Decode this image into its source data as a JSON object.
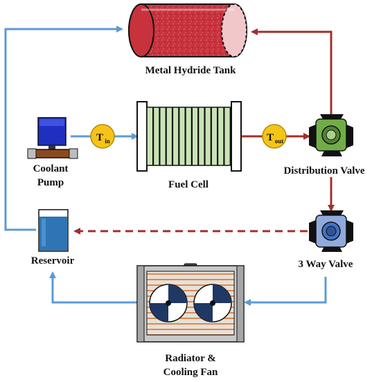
{
  "labels": {
    "tank": "Metal Hydride Tank",
    "fuel_cell": "Fuel Cell",
    "pump_line1": "Coolant",
    "pump_line2": "Pump",
    "distribution_valve": "Distribution Valve",
    "three_way_valve": "3 Way Valve",
    "reservoir": "Reservoir",
    "radiator_line1": "Radiator &",
    "radiator_line2": "Cooling Fan"
  },
  "sensors": {
    "t_in": {
      "symbol": "T",
      "subscript": "in"
    },
    "t_out": {
      "symbol": "T",
      "subscript": "out"
    }
  },
  "colors": {
    "cold_line": "#5b9bd5",
    "hot_line": "#a0302a",
    "tank_fill": "#c8323c",
    "fuel_cell_plate": "#c9e3b5",
    "sensor_fill": "#f6c418",
    "valve_green": "#70ad47",
    "valve_blue": "#4472c4",
    "reservoir_fill": "#2e75b6",
    "pump_body": "#1f2fbf",
    "pump_connector": "#8b4a1f",
    "fan_blade": "#1f3864"
  }
}
